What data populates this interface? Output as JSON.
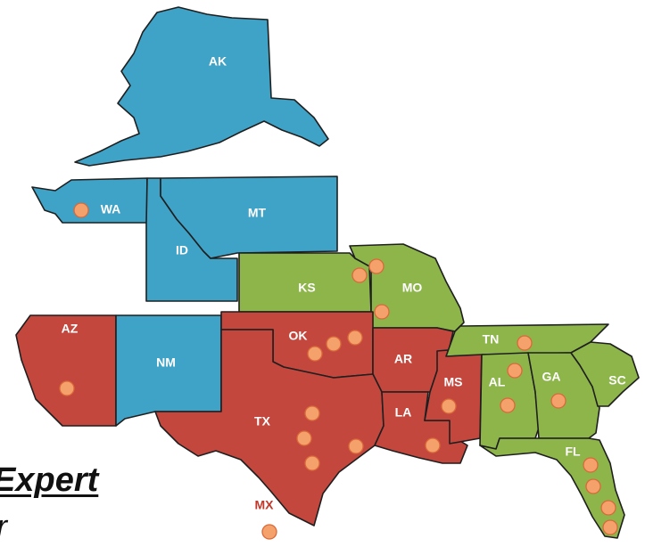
{
  "colors": {
    "blue": "#3fa2c7",
    "green": "#8db54a",
    "red": "#c4473e",
    "marker": "#f4a16b"
  },
  "states": {
    "AK": "AK",
    "WA": "WA",
    "MT": "MT",
    "ID": "ID",
    "NM": "NM",
    "AZ": "AZ",
    "KS": "KS",
    "MO": "MO",
    "OK": "OK",
    "AR": "AR",
    "TX": "TX",
    "LA": "LA",
    "MS": "MS",
    "TN": "TN",
    "AL": "AL",
    "GA": "GA",
    "SC": "SC",
    "FL": "FL",
    "MX": "MX"
  },
  "caption": {
    "title": "Expert",
    "subtitle": "r"
  }
}
